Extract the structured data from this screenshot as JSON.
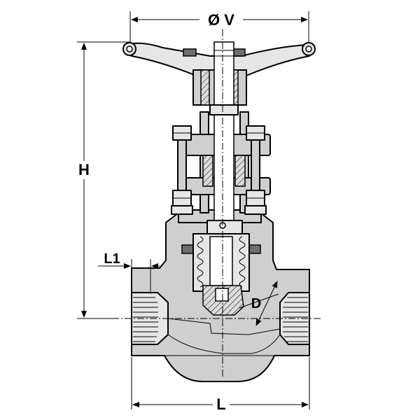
{
  "dimensions": {
    "diameter_v": "Ø V",
    "height": "H",
    "length": "L",
    "l1": "L1",
    "d": "D"
  }
}
